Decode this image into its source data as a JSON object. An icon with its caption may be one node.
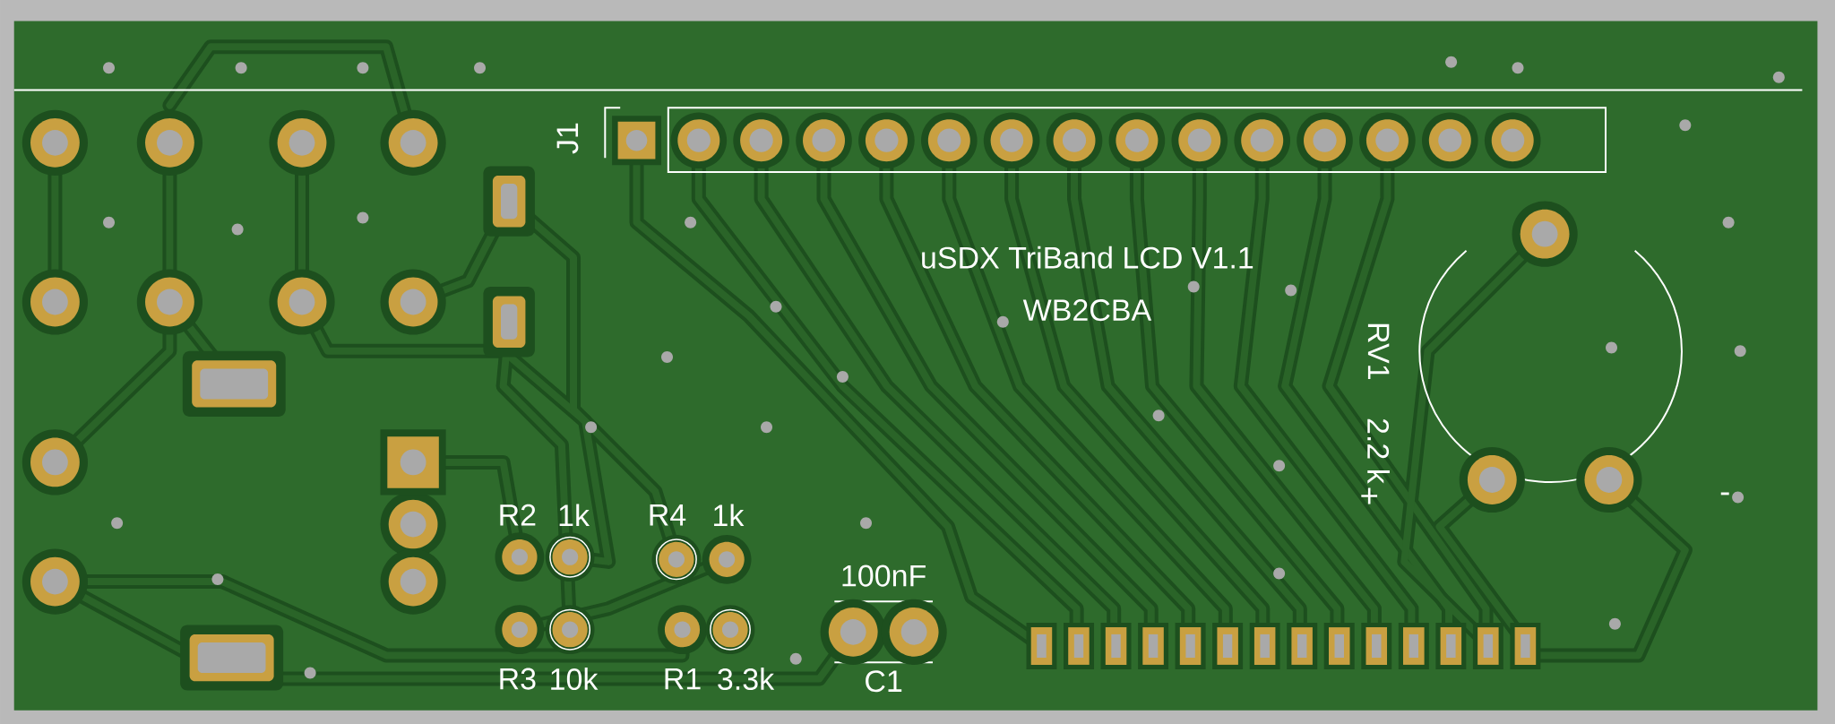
{
  "diagram": {
    "labels": [
      "J1",
      "uSDX TriBand  LCD V1.1",
      "WB2CBA",
      "RV1",
      "2.2 k",
      "R2",
      "1k",
      "R4",
      "1k",
      "+",
      "-",
      "100nF",
      "R3",
      "10k",
      "R1",
      "3.3k",
      "C1"
    ]
  }
}
